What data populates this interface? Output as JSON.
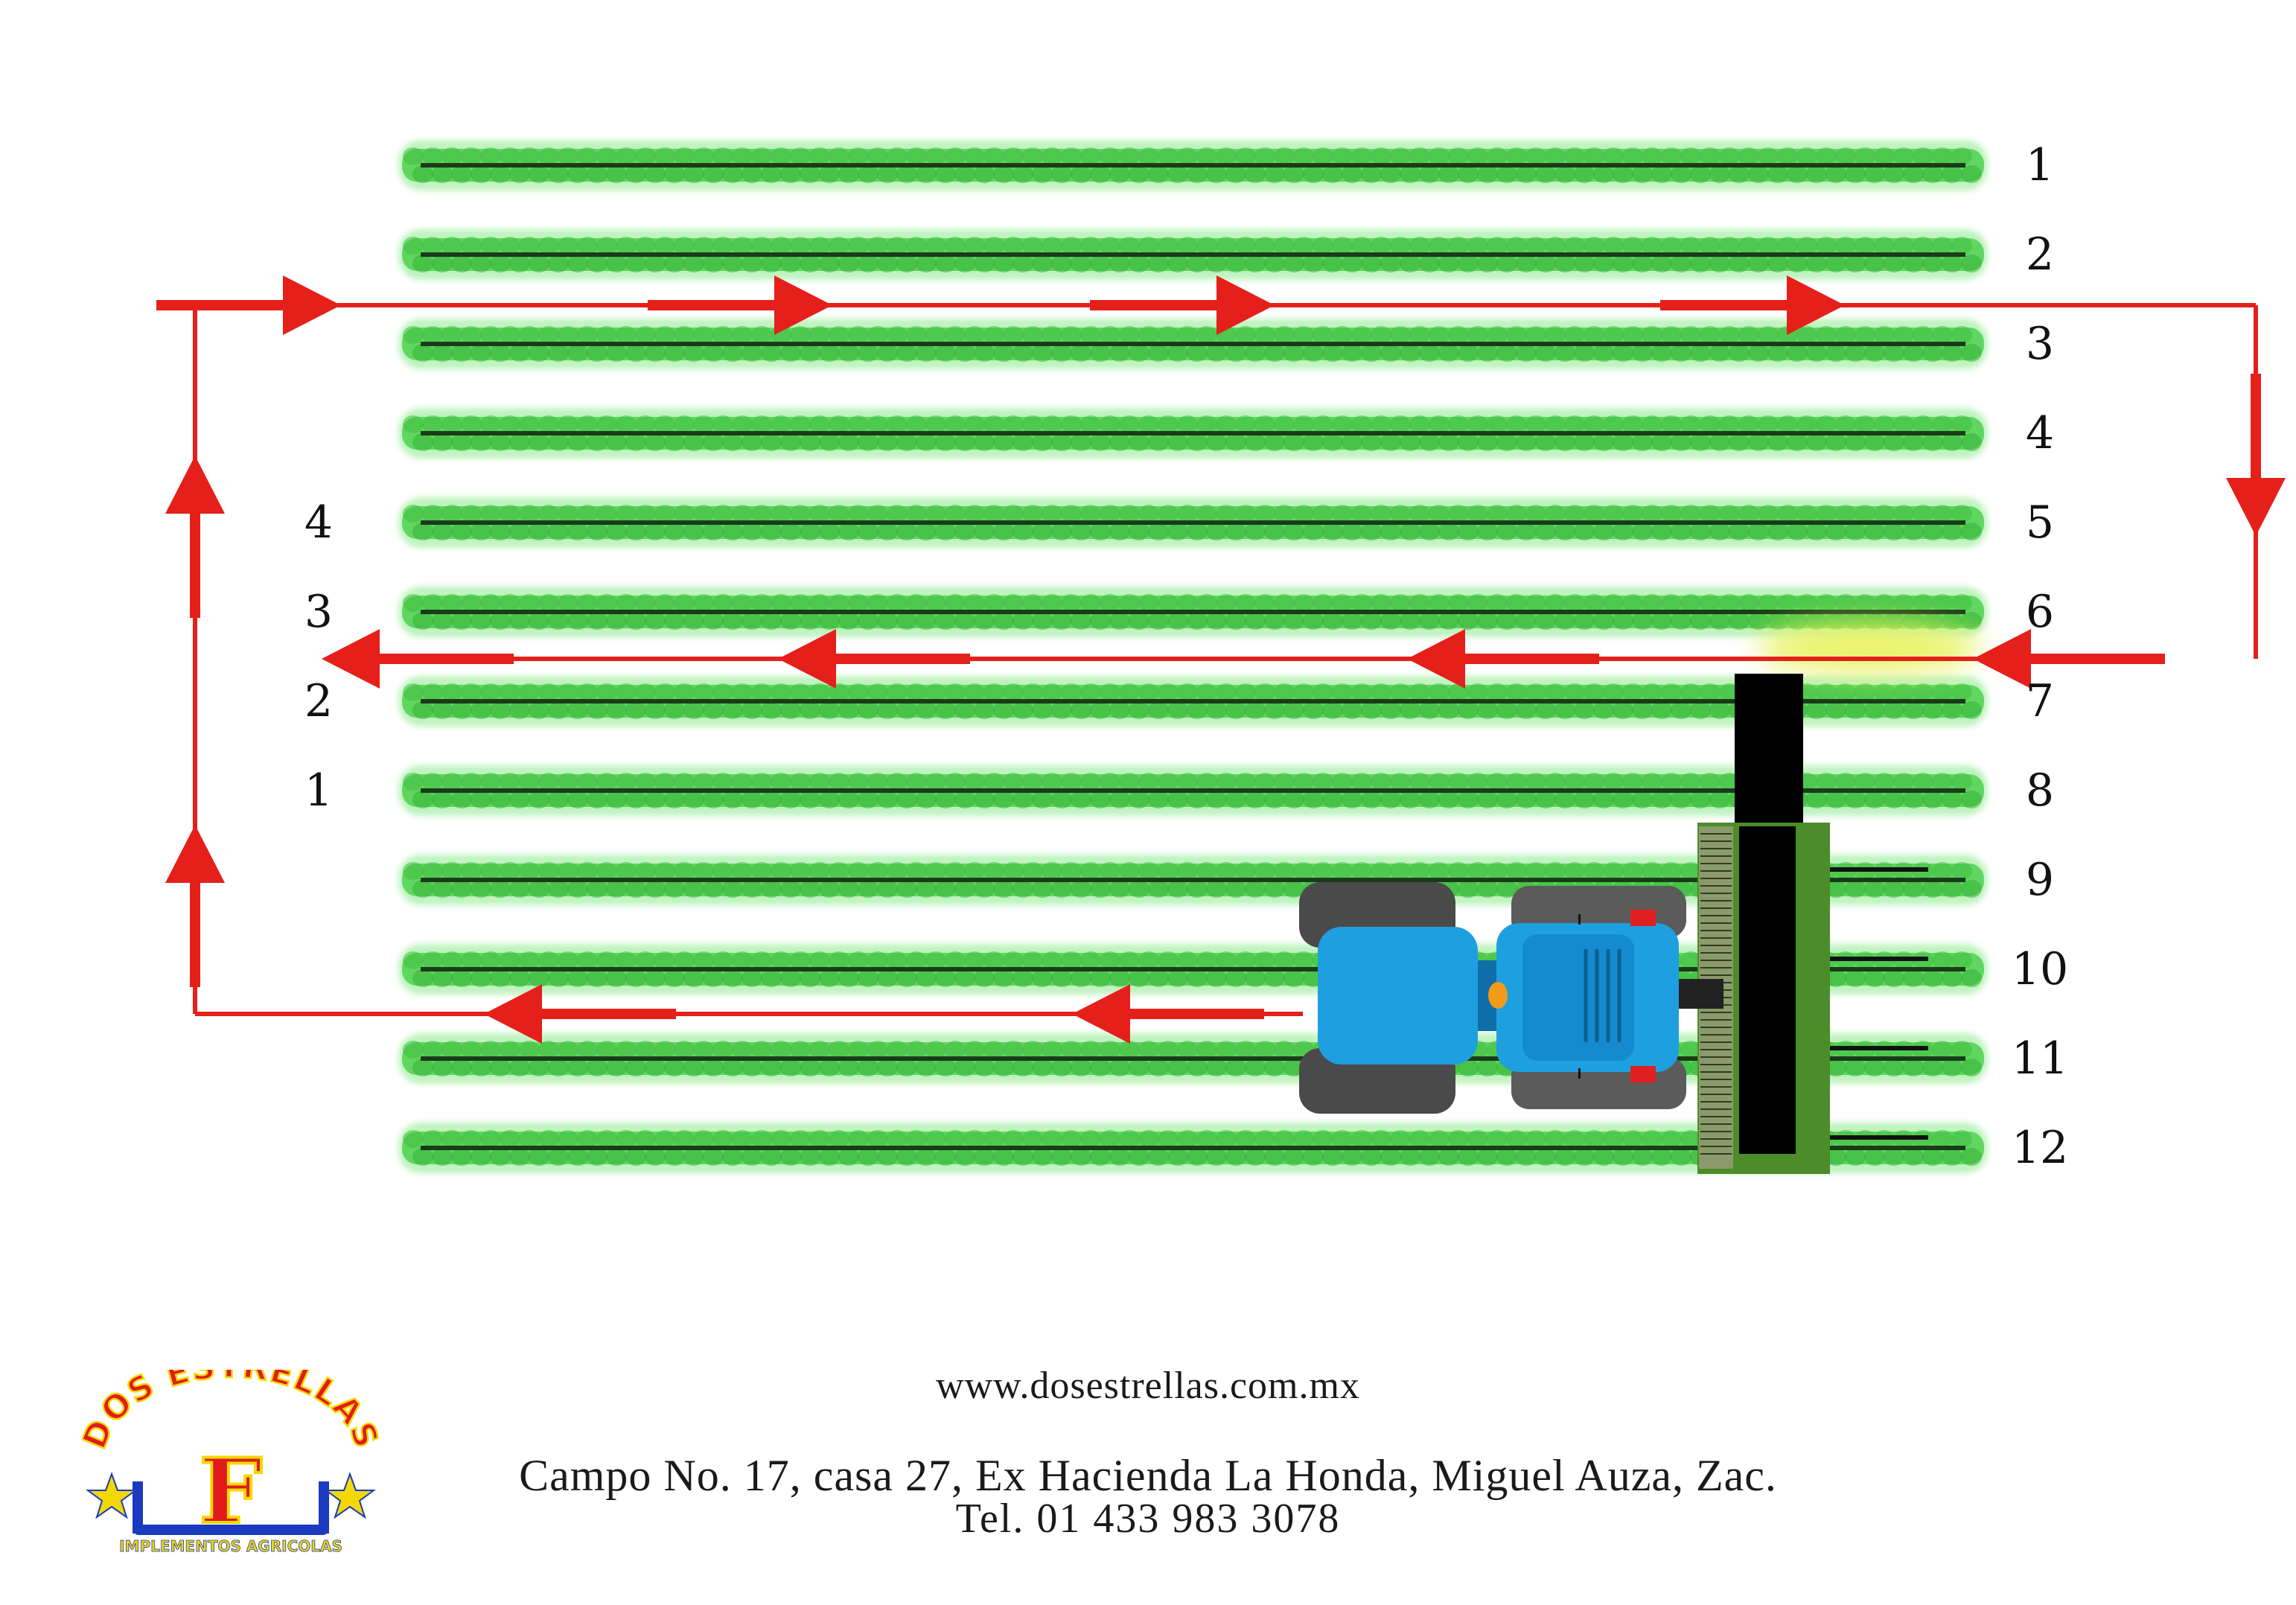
{
  "diagram": {
    "right_row_labels": [
      "1",
      "2",
      "3",
      "4",
      "5",
      "6",
      "7",
      "8",
      "9",
      "10",
      "11",
      "12"
    ],
    "left_row_labels": [
      "4",
      "3",
      "2",
      "1"
    ],
    "colors": {
      "crop": "#4fd14f",
      "crop_light": "#8be98b",
      "row_line": "#1a3a1a",
      "path": "#e5201b",
      "tractor_body": "#1e9fe0",
      "tractor_tire": "#555555",
      "implement_frame": "#4c8c2a",
      "implement_core": "#000000",
      "exhaust": "#e8f25a"
    },
    "icons": [
      "tractor-icon",
      "implement-icon",
      "path-arrow-icon"
    ]
  },
  "footer": {
    "website": "www.dosestrellas.com.mx",
    "address": "Campo No. 17, casa 27, Ex Hacienda La Honda, Miguel Auza, Zac.",
    "phone": "Tel. 01 433 983 3078"
  },
  "logo": {
    "brand_top": "DOS ESTRELLAS",
    "brand_letter": "F",
    "brand_bottom": "IMPLEMENTOS AGRICOLAS"
  }
}
